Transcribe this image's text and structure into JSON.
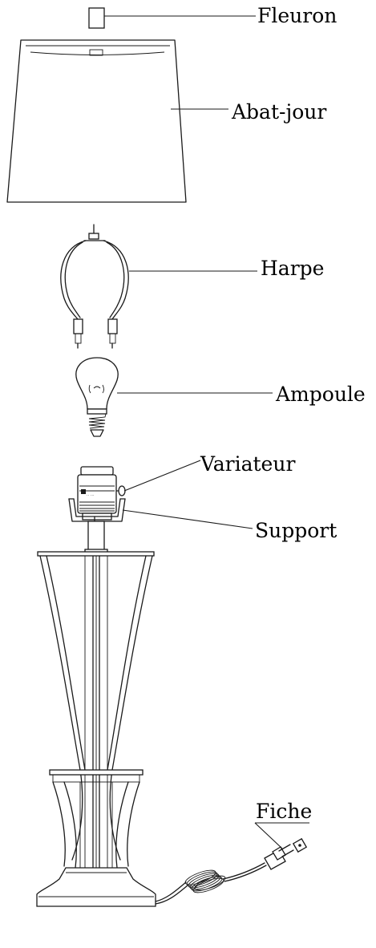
{
  "labels": {
    "finial": "Fleuron",
    "shade": "Abat-jour",
    "harp": "Harpe",
    "bulb": "Ampoule",
    "switch": "Variateur",
    "saddle": "Support",
    "plug": "Fiche"
  }
}
